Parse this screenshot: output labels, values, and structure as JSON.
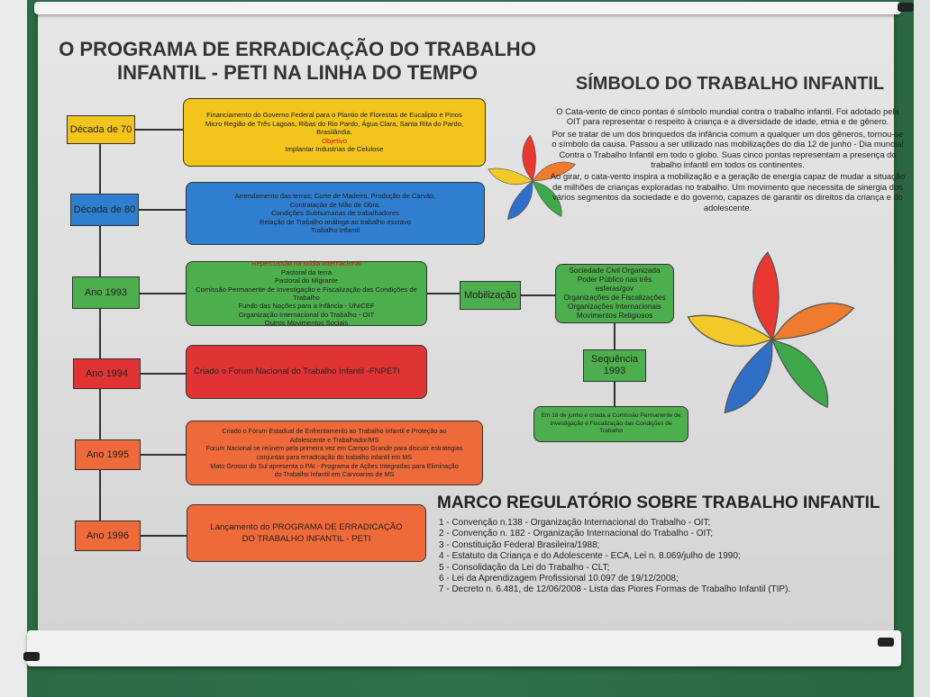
{
  "title": "O PROGRAMA DE ERRADICAÇÃO DO TRABALHO INFANTIL - PETI NA LINHA DO TEMPO",
  "timeline": [
    {
      "label": "Década de 70",
      "color": "#f3c51c",
      "lines": [
        "Financiamento do Governo Federal para o Plantio de Florestas de Eucalipto e Pinos",
        "Micro Região de Três Lagoas, Ribas do Rio Pardo, Água Clara, Santa Rita do Pardo,",
        "Brasilândia."
      ],
      "red": "Objetivo",
      "after": [
        "Implantar Industrias de Celulose"
      ]
    },
    {
      "label": "Década de 80",
      "color": "#2f7ed0",
      "lines": [
        "Arrendamento das terras; Corte de Madeira, Produção de Carvão,",
        "Contratação de Mão de Obra."
      ],
      "after": [
        "Condições Subhumanas de trabalhadores",
        "Relação de Trabalho análoga ao trabalho escravo",
        "Trabalho Infantil"
      ]
    },
    {
      "label": "Ano 1993",
      "color": "#4cae4c",
      "red": "Repercussão na Mídia Internacional",
      "after": [
        "Pastoral da terra",
        "Pastoral do Migrante",
        "Comissão Permanente de Investigação e Fiscalização das Condições de Trabalho",
        "Fundo das Nações para a Infância - UNICEF",
        "Organização Internacional do Trabalho - OIT",
        "Outros Movimentos Sociais"
      ]
    },
    {
      "label": "Ano 1994",
      "color": "#e03434",
      "lines": [
        "Criado o Forum Nacional do Trabalho Infantil -FNPETI"
      ]
    },
    {
      "label": "Ano 1995",
      "color": "#ee6a3a",
      "lines": [
        "Criado o Fórum Estadual de Enfrentamento ao Trabalho Infantil e Proteção ao",
        "Adolescente e Trabalhador/MS",
        "Forum Nacional se reúnem pela primeira vez em Campo Grande para discutir estrategias",
        "conjuntas para erradicação do trabalho infantil em MS",
        "Mato Grosso do Sul apresenta o PAI - Programa de Ações Integradas para Eliminação",
        "do Trabalho Infantil em Carvoarias de MS"
      ]
    },
    {
      "label": "Ano 1996",
      "color": "#ee6a3a",
      "lines": [
        "Lançamento do PROGRAMA DE ERRADICAÇÃO",
        "DO TRABALHO INFANTIL - PETI"
      ]
    }
  ],
  "mobilizacao": {
    "label": "Mobilização",
    "items": [
      "Sociedade Civil Organizada",
      "Poder Público nas três esferas/gov",
      "Organizações de Fiscalizações",
      "Organizações Internacionais",
      "Movimentos Religiosos"
    ],
    "sequencia": "Sequência\n1993",
    "result": [
      "Em 18 de junho é criada a Comissão Permanente de",
      "Investigação e Fiscalização das Condições de Trabalho"
    ]
  },
  "symbol": {
    "heading": "SÍMBOLO DO TRABALHO INFANTIL",
    "paragraphs": [
      "O Cata-vento de cinco pontas é símbolo mundial contra o trabalho infantil. Foi adotado pela OIT para representar o respeito à criança e a diversidade de idade, etnia e de gênero.",
      "Por se tratar de um dos brinquedos da infância comum a qualquer um dos gêneros, tornou-se o símbolo da causa. Passou a ser utilizado nas mobilizações do dia 12 de junho - Dia mundial Contra o Trabalho Infantil em todo o globo. Suas cinco pontas representam a presença do trabalho infantil em todos os continentes.",
      "Ao girar, o cata-vento inspira a mobilização e a geração de energia capaz de mudar a situação de milhões de crianças exploradas no trabalho. Um movimento que necessita de sinergia dos vários segmentos da sociedade e do governo, capazes de garantir os direitos da criança e do adolescente."
    ]
  },
  "marco": {
    "heading": "MARCO REGULATÓRIO SOBRE TRABALHO INFANTIL",
    "items": [
      "1 - Convenção n.138 - Organização Internacional do Trabalho - OIT;",
      "2 - Convenção n. 182 - Organização Internacional do Trabalho - OIT;",
      "3 - Constituição Federal Brasileira/1988;",
      "4 - Estatuto da Criança e do Adolescente - ECA, Lei n. 8.069/julho de 1990;",
      "5 - Consolidação da Lei do Trabalho - CLT;",
      "6 - Lei da Aprendizagem Profissional 10.097 de 19/12/2008;",
      "7 - Decreto n. 6.481, de 12/06/2008 - Lista das Piores Formas de Trabalho Infantil (TIP)."
    ]
  },
  "wheel_colors": [
    "#f2c927",
    "#e8382f",
    "#f07a2e",
    "#3fa84a",
    "#2f6fc6"
  ]
}
